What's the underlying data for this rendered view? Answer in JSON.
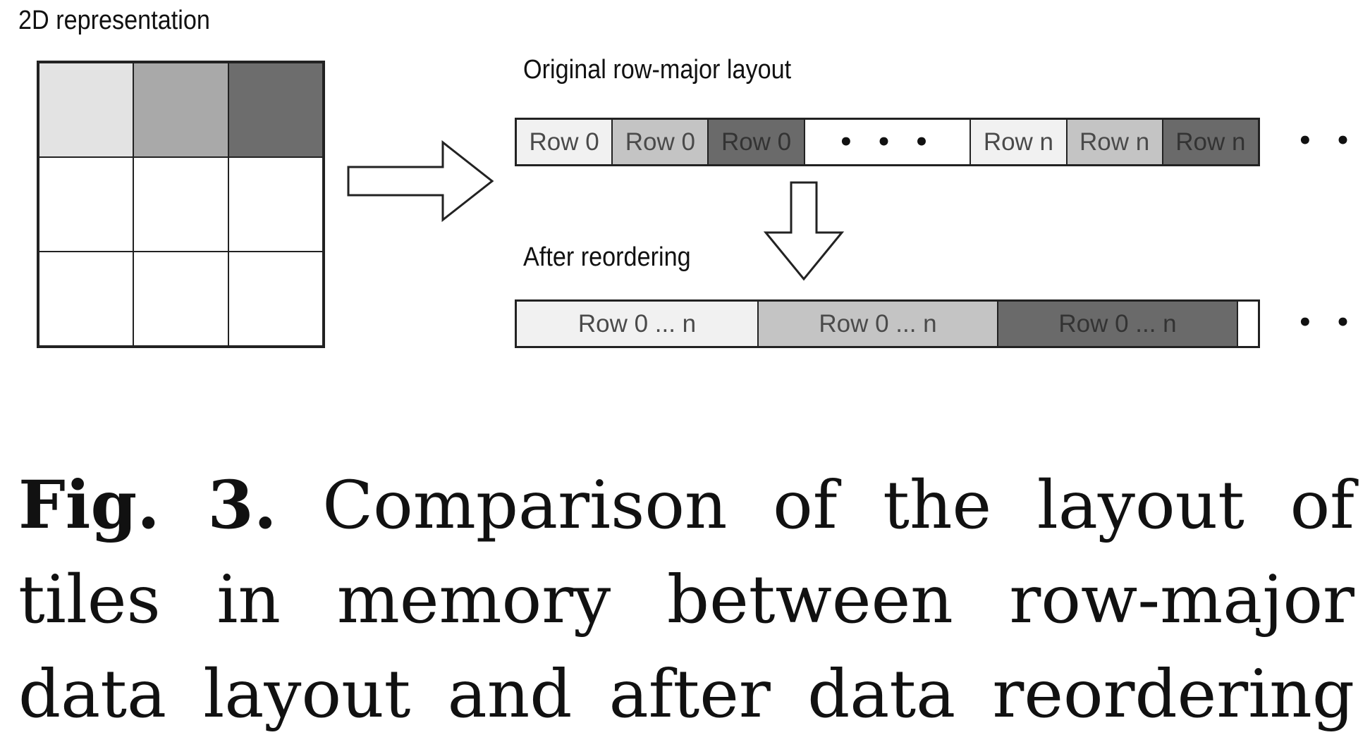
{
  "diagram": {
    "representation_title": "2D representation",
    "original_title": "Original row-major layout",
    "reorder_title": "After reordering",
    "original_cells": [
      {
        "label": "Row 0",
        "shade": "light"
      },
      {
        "label": "Row 0",
        "shade": "mid"
      },
      {
        "label": "Row 0",
        "shade": "dark"
      },
      {
        "label": "• • •",
        "shade": "blank"
      },
      {
        "label": "Row n",
        "shade": "light"
      },
      {
        "label": "Row n",
        "shade": "mid"
      },
      {
        "label": "Row n",
        "shade": "dark"
      }
    ],
    "reordered_cells": [
      {
        "label": "Row 0 ... n",
        "shade": "light"
      },
      {
        "label": "Row 0 ... n",
        "shade": "mid"
      },
      {
        "label": "Row 0 ... n",
        "shade": "dark"
      },
      {
        "label": "",
        "shade": "blank"
      }
    ],
    "trailing_ellipsis": "• • •",
    "colors": {
      "light": "#e3e3e3",
      "mid": "#a9a9a9",
      "dark": "#6d6d6d"
    }
  },
  "caption": {
    "label": "Fig. 3.",
    "line1": "Comparison of the layout of",
    "line2": "tiles in memory between row-major",
    "line3": "data layout and after data reordering"
  }
}
